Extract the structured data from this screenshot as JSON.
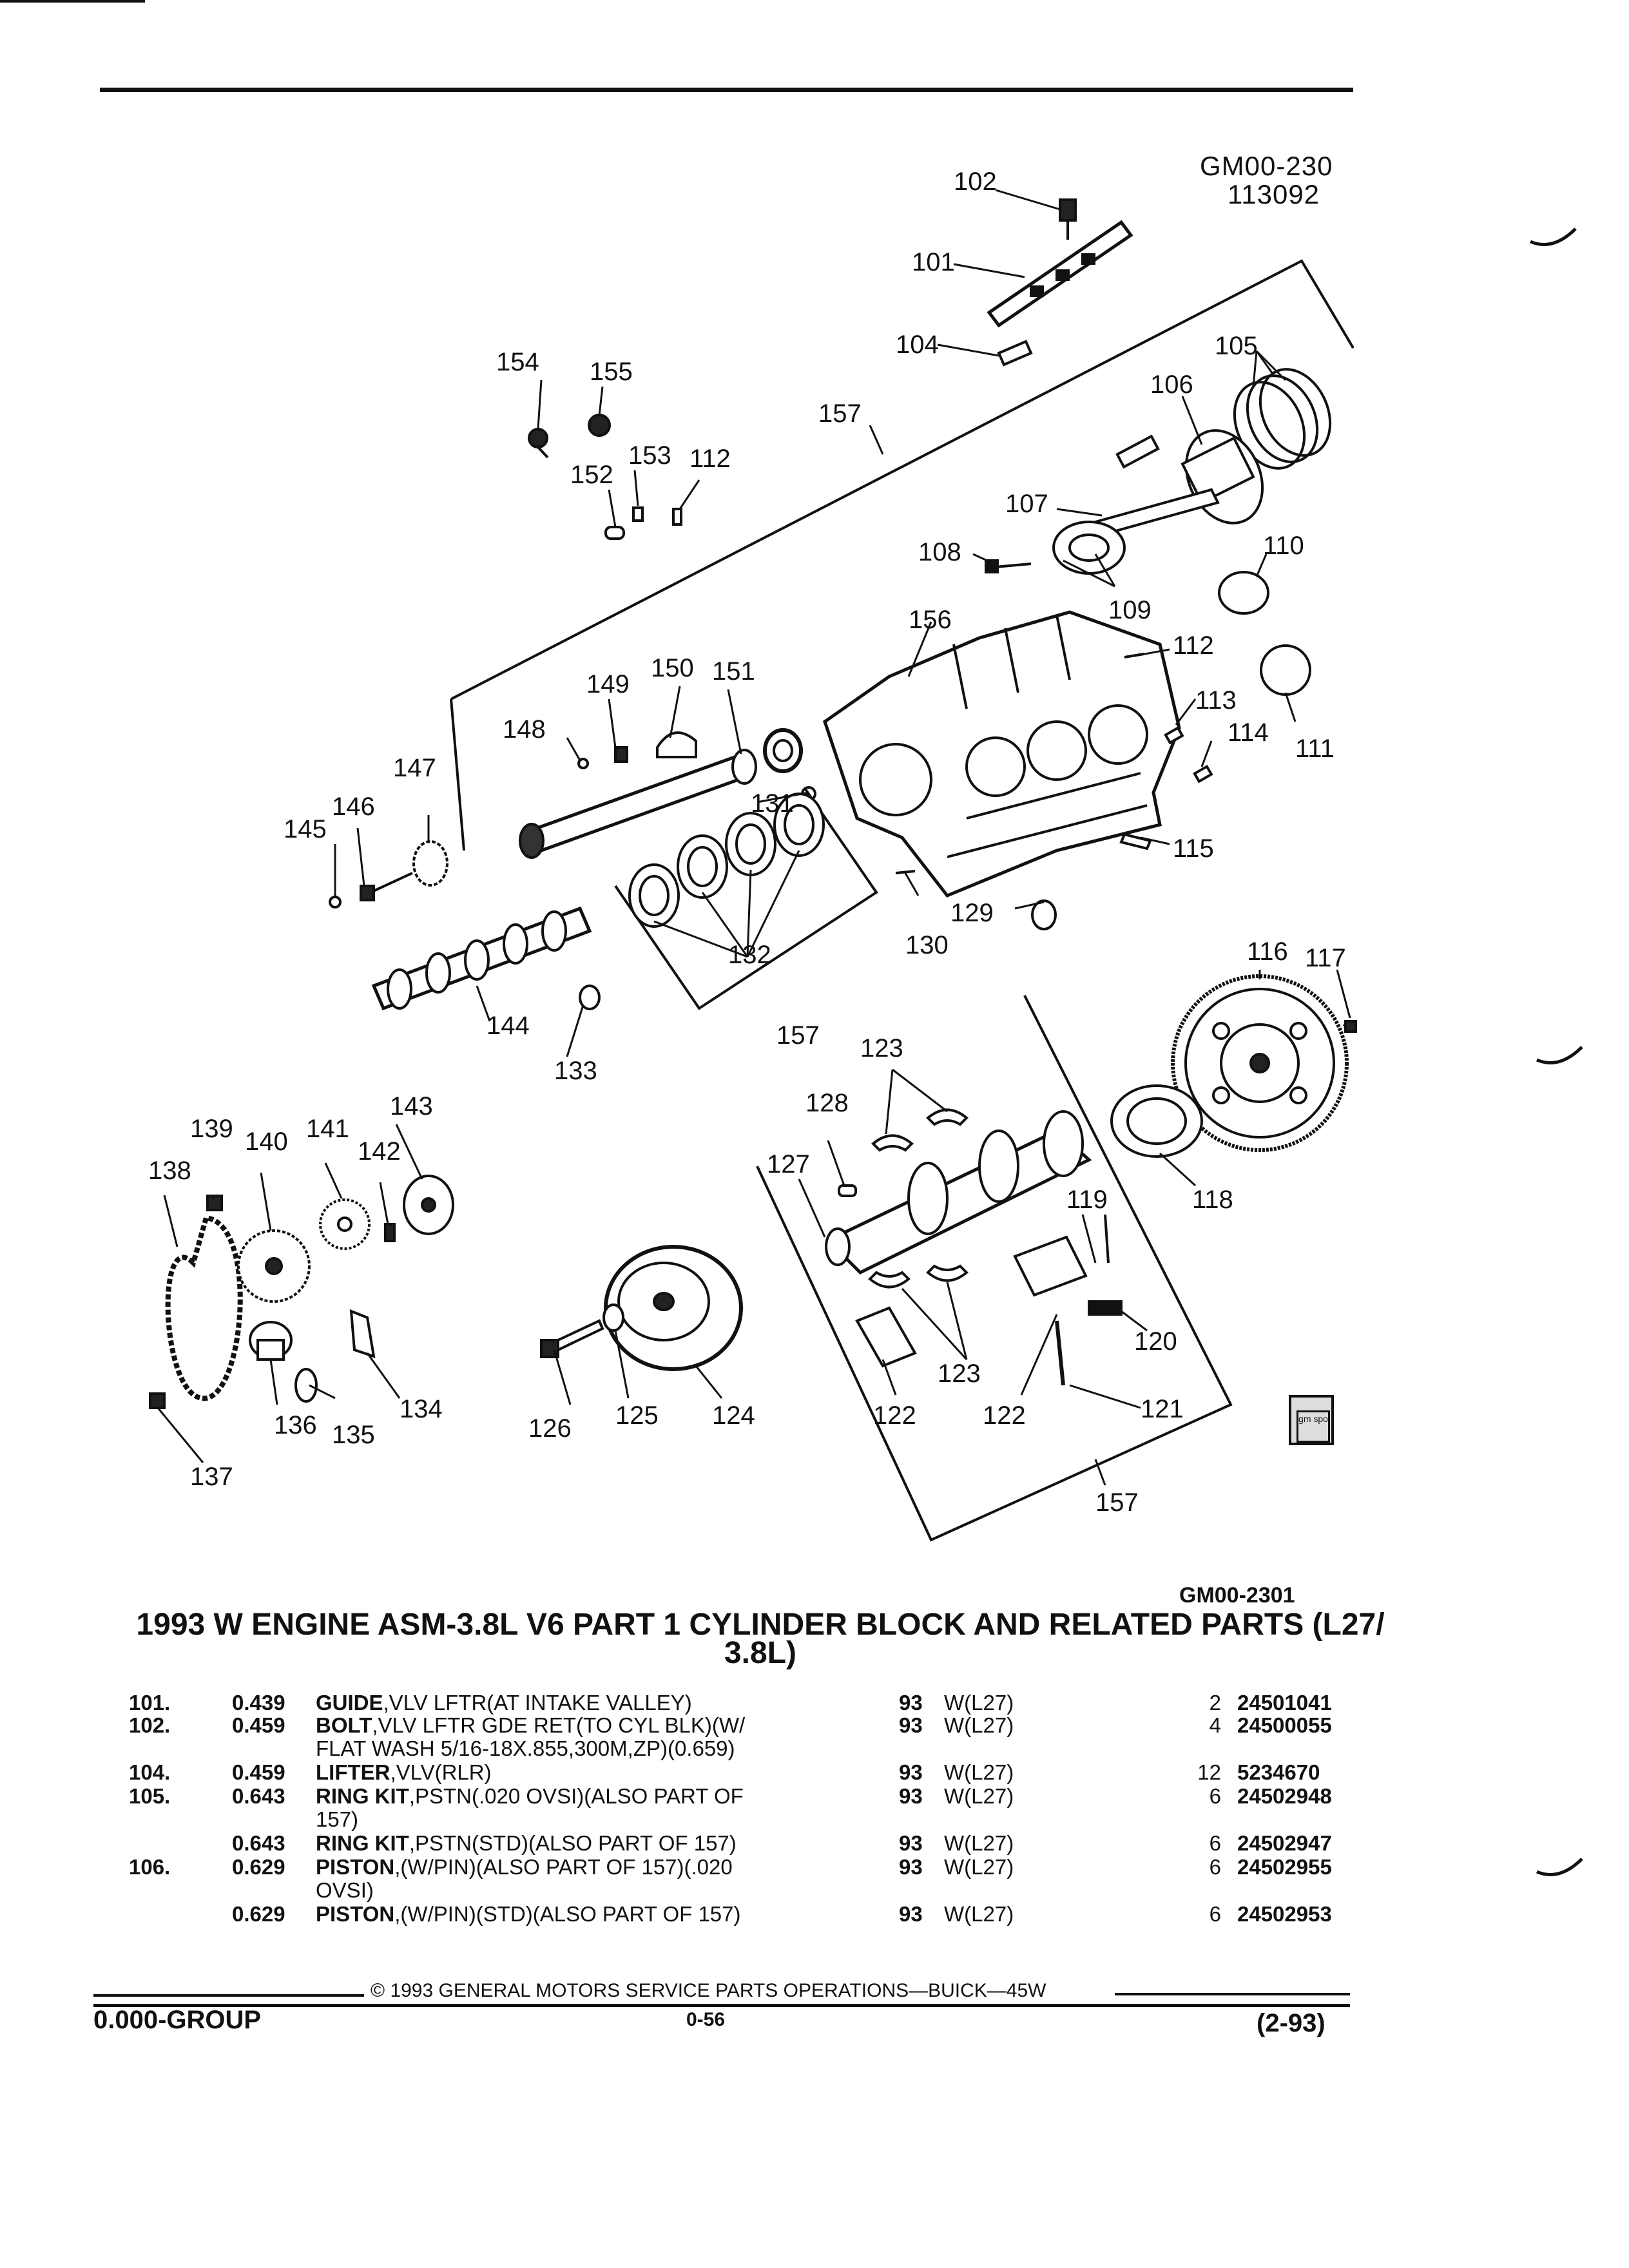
{
  "header": {
    "figure_code": "GM00-230",
    "figure_date": "113092"
  },
  "diagram": {
    "footer_code": "GM00-2301",
    "callouts": [
      {
        "id": "c102",
        "label": "102"
      },
      {
        "id": "c101",
        "label": "101"
      },
      {
        "id": "c104",
        "label": "104"
      },
      {
        "id": "c105",
        "label": "105"
      },
      {
        "id": "c106",
        "label": "106"
      },
      {
        "id": "c157a",
        "label": "157"
      },
      {
        "id": "c154",
        "label": "154"
      },
      {
        "id": "c155",
        "label": "155"
      },
      {
        "id": "c153",
        "label": "153"
      },
      {
        "id": "c112a",
        "label": "112"
      },
      {
        "id": "c152",
        "label": "152"
      },
      {
        "id": "c107",
        "label": "107"
      },
      {
        "id": "c108",
        "label": "108"
      },
      {
        "id": "c110",
        "label": "110"
      },
      {
        "id": "c109",
        "label": "109"
      },
      {
        "id": "c156",
        "label": "156"
      },
      {
        "id": "c112b",
        "label": "112"
      },
      {
        "id": "c149",
        "label": "149"
      },
      {
        "id": "c150",
        "label": "150"
      },
      {
        "id": "c151",
        "label": "151"
      },
      {
        "id": "c148",
        "label": "148"
      },
      {
        "id": "c113",
        "label": "113"
      },
      {
        "id": "c114",
        "label": "114"
      },
      {
        "id": "c111",
        "label": "111"
      },
      {
        "id": "c147",
        "label": "147"
      },
      {
        "id": "c146",
        "label": "146"
      },
      {
        "id": "c145",
        "label": "145"
      },
      {
        "id": "c131",
        "label": "131"
      },
      {
        "id": "c115",
        "label": "115"
      },
      {
        "id": "c129",
        "label": "129"
      },
      {
        "id": "c130",
        "label": "130"
      },
      {
        "id": "c132",
        "label": "132"
      },
      {
        "id": "c116",
        "label": "116"
      },
      {
        "id": "c117",
        "label": "117"
      },
      {
        "id": "c144",
        "label": "144"
      },
      {
        "id": "c157b",
        "label": "157"
      },
      {
        "id": "c123a",
        "label": "123"
      },
      {
        "id": "c133",
        "label": "133"
      },
      {
        "id": "c143",
        "label": "143"
      },
      {
        "id": "c128",
        "label": "128"
      },
      {
        "id": "c139",
        "label": "139"
      },
      {
        "id": "c140",
        "label": "140"
      },
      {
        "id": "c141",
        "label": "141"
      },
      {
        "id": "c142",
        "label": "142"
      },
      {
        "id": "c138",
        "label": "138"
      },
      {
        "id": "c127",
        "label": "127"
      },
      {
        "id": "c118",
        "label": "118"
      },
      {
        "id": "c119",
        "label": "119"
      },
      {
        "id": "c120",
        "label": "120"
      },
      {
        "id": "c123b",
        "label": "123"
      },
      {
        "id": "c134",
        "label": "134"
      },
      {
        "id": "c136",
        "label": "136"
      },
      {
        "id": "c135",
        "label": "135"
      },
      {
        "id": "c126",
        "label": "126"
      },
      {
        "id": "c125",
        "label": "125"
      },
      {
        "id": "c124",
        "label": "124"
      },
      {
        "id": "c122a",
        "label": "122"
      },
      {
        "id": "c122b",
        "label": "122"
      },
      {
        "id": "c121",
        "label": "121"
      },
      {
        "id": "c137",
        "label": "137"
      },
      {
        "id": "c157c",
        "label": "157"
      }
    ]
  },
  "section_title": {
    "line1": "1993 W ENGINE ASM-3.8L V6 PART 1 CYLINDER BLOCK AND RELATED PARTS (L27/",
    "line2": "3.8L)"
  },
  "parts": [
    {
      "no": "101.",
      "level": "0.439",
      "name": "GUIDE",
      "desc1": ",VLV LFTR(AT INTAKE VALLEY)",
      "desc2": "",
      "year": "93",
      "model": "W(L27)",
      "qty": "2",
      "part_no": "24501041"
    },
    {
      "no": "102.",
      "level": "0.459",
      "name": "BOLT",
      "desc1": ",VLV LFTR GDE RET(TO CYL BLK)(W/",
      "desc2": "FLAT WASH 5/16-18X.855,300M,ZP)(0.659)",
      "year": "93",
      "model": "W(L27)",
      "qty": "4",
      "part_no": "24500055"
    },
    {
      "no": "104.",
      "level": "0.459",
      "name": "LIFTER",
      "desc1": ",VLV(RLR)",
      "desc2": "",
      "year": "93",
      "model": "W(L27)",
      "qty": "12",
      "part_no": "5234670"
    },
    {
      "no": "105.",
      "level": "0.643",
      "name": "RING KIT",
      "desc1": ",PSTN(.020 OVSI)(ALSO PART OF",
      "desc2": "157)",
      "year": "93",
      "model": "W(L27)",
      "qty": "6",
      "part_no": "24502948"
    },
    {
      "no": "",
      "level": "0.643",
      "name": "RING KIT",
      "desc1": ",PSTN(STD)(ALSO PART OF 157)",
      "desc2": "",
      "year": "93",
      "model": "W(L27)",
      "qty": "6",
      "part_no": "24502947"
    },
    {
      "no": "106.",
      "level": "0.629",
      "name": "PISTON",
      "desc1": ",(W/PIN)(ALSO PART OF 157)(.020",
      "desc2": "OVSI)",
      "year": "93",
      "model": "W(L27)",
      "qty": "6",
      "part_no": "24502955"
    },
    {
      "no": "",
      "level": "0.629",
      "name": "PISTON",
      "desc1": ",(W/PIN)(STD)(ALSO PART OF 157)",
      "desc2": "",
      "year": "93",
      "model": "W(L27)",
      "qty": "6",
      "part_no": "24502953"
    }
  ],
  "footer": {
    "copyright": "© 1993 GENERAL MOTORS SERVICE PARTS OPERATIONS—BUICK—45W",
    "group": "0.000-GROUP",
    "page": "0-56",
    "date": "(2-93)"
  },
  "badge": {
    "text": "gm spo"
  }
}
